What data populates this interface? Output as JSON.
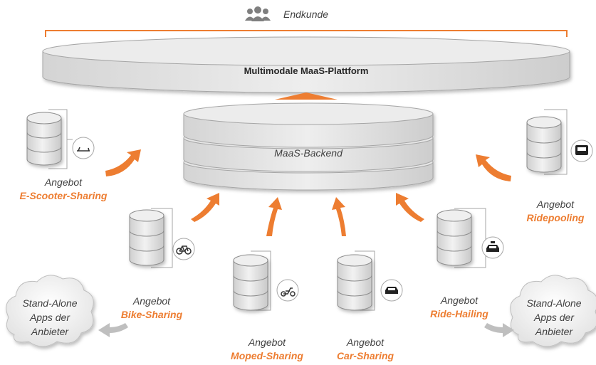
{
  "customer": {
    "label": "Endkunde",
    "icon": "users-icon"
  },
  "platform": {
    "label": "Multimodale MaaS-Plattform"
  },
  "backend": {
    "label": "MaaS-Backend"
  },
  "providers": [
    {
      "prefix": "Angebot",
      "name": "E-Scooter-Sharing",
      "icon": "scooter-icon"
    },
    {
      "prefix": "Angebot",
      "name": "Bike-Sharing",
      "icon": "bicycle-icon"
    },
    {
      "prefix": "Angebot",
      "name": "Moped-Sharing",
      "icon": "moped-icon"
    },
    {
      "prefix": "Angebot",
      "name": "Car-Sharing",
      "icon": "car-icon"
    },
    {
      "prefix": "Angebot",
      "name": "Ride-Hailing",
      "icon": "taxi-icon"
    },
    {
      "prefix": "Angebot",
      "name": "Ridepooling",
      "icon": "bus-icon"
    }
  ],
  "clouds": [
    {
      "text": "Stand-Alone\nApps der\nAnbieter"
    },
    {
      "text": "Stand-Alone\nApps der\nAnbieter"
    }
  ],
  "colors": {
    "accent": "#ed7d31",
    "disk": "#e7e7e7",
    "outline": "#a6a6a6",
    "gray_arrow": "#bfbfbf"
  }
}
